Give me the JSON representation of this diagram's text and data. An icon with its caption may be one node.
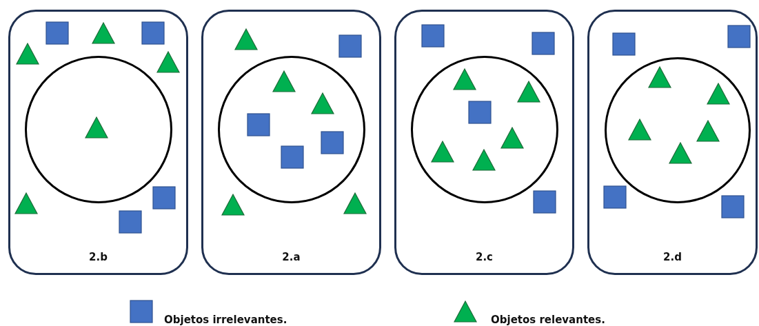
{
  "diagram": {
    "nodes": [
      {
        "text": [
          "2.b"
        ]
      },
      {
        "text": [],
        "shape": "circle",
        "in": 0
      },
      {
        "text": [
          "2.a"
        ]
      },
      {
        "text": [],
        "shape": "circle",
        "in": 2
      },
      {
        "text": [
          "2.c"
        ]
      },
      {
        "text": [],
        "shape": "circle",
        "in": 4
      },
      {
        "text": [
          "2.d"
        ]
      },
      {
        "text": [],
        "shape": "circle",
        "in": 6
      }
    ],
    "legend": [
      {
        "text": "Objetos irrelevantes.",
        "color": "#4472c4"
      },
      {
        "text": "Objetos relevantes.",
        "color": "#00b050"
      }
    ]
  }
}
